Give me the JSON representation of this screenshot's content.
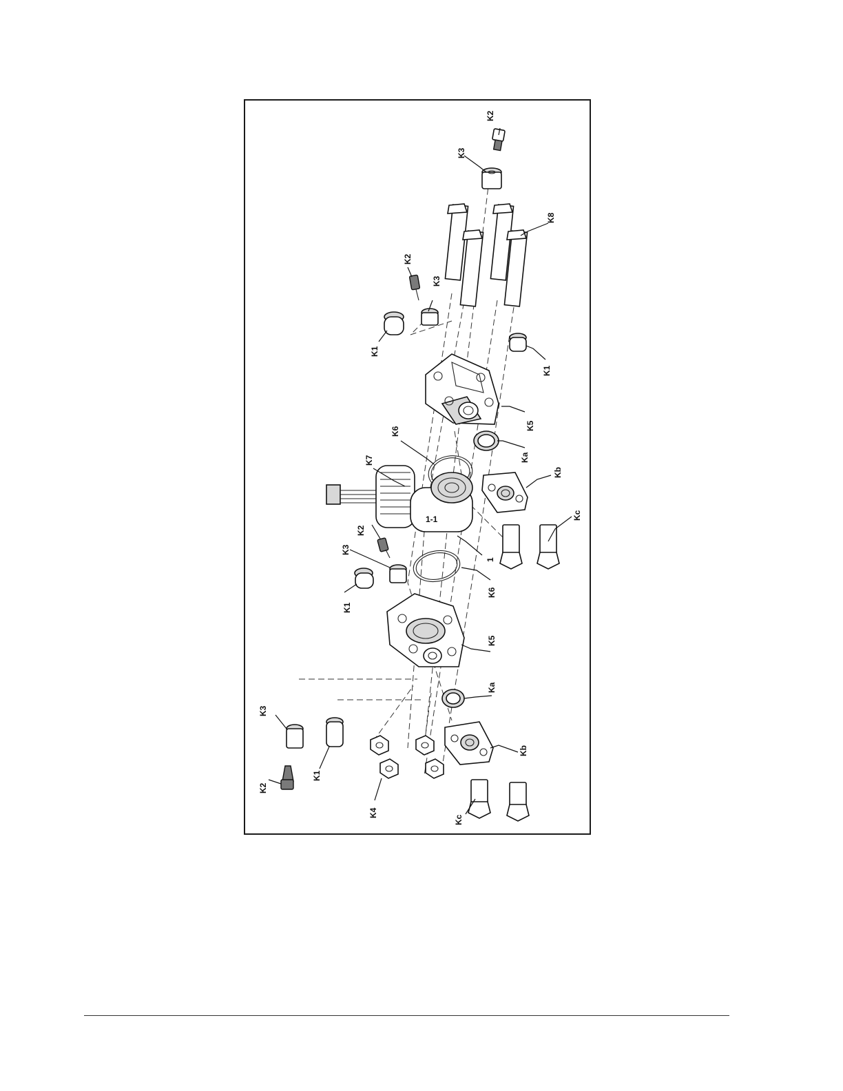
{
  "diagram": {
    "labels": [
      {
        "id": "k2_top",
        "text": "K2"
      },
      {
        "id": "k3_top",
        "text": "K3"
      },
      {
        "id": "k8",
        "text": "K8"
      },
      {
        "id": "k2_mid",
        "text": "K2"
      },
      {
        "id": "k3_mid",
        "text": "K3"
      },
      {
        "id": "k1_upper",
        "text": "K1"
      },
      {
        "id": "k1_right",
        "text": "K1"
      },
      {
        "id": "k6_top",
        "text": "K6"
      },
      {
        "id": "k5_right",
        "text": "K5"
      },
      {
        "id": "ka_right",
        "text": "Ka"
      },
      {
        "id": "k7",
        "text": "K7"
      },
      {
        "id": "kb_right",
        "text": "Kb"
      },
      {
        "id": "kc_right",
        "text": "Kc"
      },
      {
        "id": "k2_center",
        "text": "K2"
      },
      {
        "id": "k3_center",
        "text": "K3"
      },
      {
        "id": "k1_center",
        "text": "K1"
      },
      {
        "id": "item_1",
        "text": "1"
      },
      {
        "id": "k6_bottom",
        "text": "K6"
      },
      {
        "id": "k5_lower",
        "text": "K5"
      },
      {
        "id": "k3_lower",
        "text": "K3"
      },
      {
        "id": "k2_lower",
        "text": "K2"
      },
      {
        "id": "k1_lower",
        "text": "K1"
      },
      {
        "id": "k4",
        "text": "K4"
      },
      {
        "id": "ka_lower",
        "text": "Ka"
      },
      {
        "id": "kb_lower",
        "text": "Kb"
      },
      {
        "id": "kc_lower",
        "text": "Kc"
      }
    ],
    "module_marking": "1-1"
  }
}
